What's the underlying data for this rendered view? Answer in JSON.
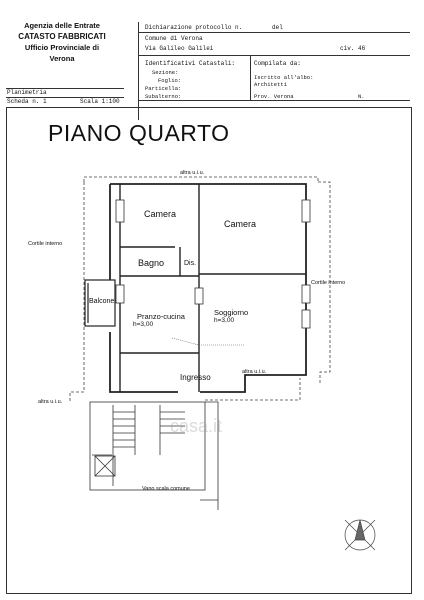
{
  "header": {
    "agency_line1": "Agenzia delle Entrate",
    "agency_line2": "CATASTO FABBRICATI",
    "agency_line3": "Ufficio Provinciale di",
    "agency_line4": "Verona",
    "dichiarazione_label": "Dichiarazione protocollo n.",
    "del_label": "del",
    "comune": "Comune di Verona",
    "via": "Via Galileo Galilei",
    "civ": "civ. 46",
    "identificativi": "Identificativi Catastali:",
    "sezione": "Sezione:",
    "foglio": "Foglio:",
    "particella": "Particella:",
    "subalterno": "Subalterno:",
    "compilata": "Compilata da:",
    "iscritto1": "Iscritto all'albo:",
    "iscritto2": "Architetti",
    "prov": "Prov. Verona",
    "n_label": "N.",
    "planimetria": "Planimetria",
    "scheda": "Scheda n. 1",
    "scala": "Scala 1:100"
  },
  "plan": {
    "title": "PIANO QUARTO",
    "rooms": {
      "camera1": "Camera",
      "camera2": "Camera",
      "bagno": "Bagno",
      "dis": "Dis.",
      "balcone": "Balcone",
      "pranzo": "Pranzo-cucina",
      "pranzo_h": "h=3,00",
      "soggiorno": "Soggiorno",
      "soggiorno_h": "h=3,00",
      "ingresso": "Ingresso",
      "vano_scala": "Vano scala comune"
    },
    "labels": {
      "altra_top": "altra u.i.u.",
      "cortile_left": "Cortile interno",
      "cortile_right": "Cortile interno",
      "altra_right": "altra u.i.u.",
      "altra_left": "altra u.i.u."
    },
    "watermark": "casa.it"
  }
}
